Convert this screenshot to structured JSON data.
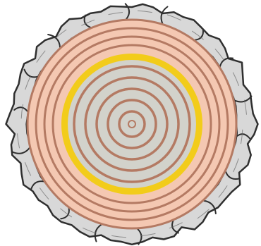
{
  "diagram": {
    "subject": "tree-trunk-cross-section",
    "colors": {
      "bark_fill": "#d8d8d8",
      "bark_stroke": "#2f2f2f",
      "sapwood_fill": "#f4c8b2",
      "ring_line": "#b47a63",
      "heartwood_fill": "#d2d2cb",
      "heartwood_boundary": "#f2cc1a",
      "background": "#ffffff"
    },
    "sapwood_ring_count": 3,
    "heartwood_ring_count": 5
  }
}
